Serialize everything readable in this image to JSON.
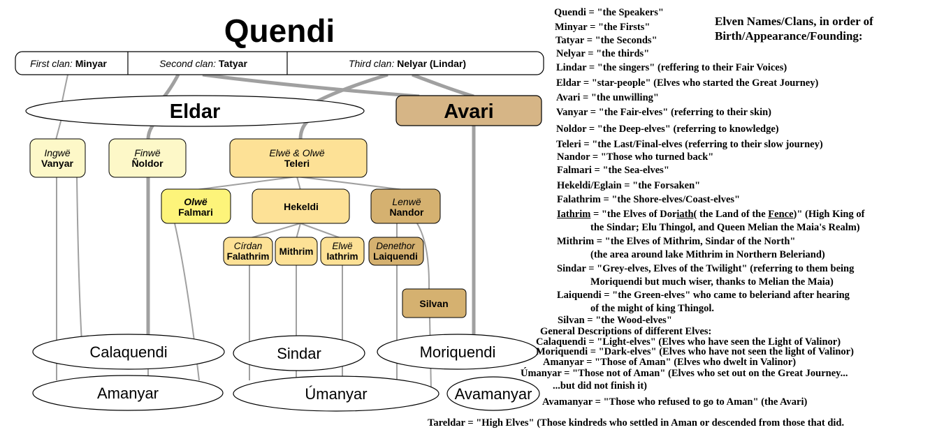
{
  "title": "Quendi",
  "clans": [
    {
      "label": "First clan:",
      "name": "Minyar"
    },
    {
      "label": "Second clan:",
      "name": "Tatyar"
    },
    {
      "label": "Third clan:",
      "name": "Nelyar (Lindar)"
    }
  ],
  "groups": {
    "eldar": "Eldar",
    "avari": "Avari"
  },
  "nodes": {
    "vanyar": {
      "leader": "Ingwë",
      "name": "Vanyar"
    },
    "noldor": {
      "leader": "Finwë",
      "name": "Ñoldor"
    },
    "teleri": {
      "leader": "Elwë & Olwë",
      "name": "Teleri"
    },
    "falmari": {
      "leader": "Olwë",
      "name": "Falmari"
    },
    "hekeldi": {
      "name": "Hekeldi"
    },
    "nandor": {
      "leader": "Lenwë",
      "name": "Nandor"
    },
    "falathrim": {
      "leader": "Círdan",
      "name": "Falathrim"
    },
    "mithrim": {
      "name": "Mithrim"
    },
    "iathrim": {
      "leader": "Elwë",
      "name": "Iathrim"
    },
    "laiquendi": {
      "leader": "Denethor",
      "name": "Laiquendi"
    },
    "silvan": {
      "name": "Silvan"
    }
  },
  "bottom": {
    "calaquendi": "Calaquendi",
    "sindar": "Sindar",
    "moriquendi": "Moriquendi",
    "amanyar": "Amanyar",
    "umanyar": "Úmanyar",
    "avamanyar": "Avamanyar"
  },
  "colors": {
    "pale_yellow": "#fdf8c8",
    "yellow": "#fbe9a0",
    "bright_yellow": "#fdf47a",
    "orange": "#fde196",
    "tan": "#d5b170",
    "avari": "#d6b586",
    "line": "#a0a0a0"
  },
  "legend": {
    "heading_line1": "Elven Names/Clans, in order of",
    "heading_line2": "Birth/Appearance/Founding:",
    "entries": {
      "quendi": "Quendi = \"the Speakers\"",
      "minyar": "Minyar = \"the Firsts\"",
      "tatyar": "Tatyar = \"the Seconds\"",
      "nelyar": "Nelyar = \"the thirds\"",
      "lindar": "Lindar = \"the singers\"  (reffering to their Fair Voices)",
      "eldar": "Eldar = \"star-people\" (Elves who started the Great Journey)",
      "avari": "Avari = \"the unwilling\"",
      "vanyar": "Vanyar = \"the Fair-elves\"  (referring to their skin)",
      "noldor": "Noldor = \"the Deep-elves\" (referring to knowledge)",
      "teleri": "Teleri = \"the Last/Final-elves (referring to their slow journey)",
      "nandor": "Nandor = \"Those who turned back\"",
      "falmari": "Falmari = \"the Sea-elves\"",
      "hekeldi": "Hekeldi/Eglain = \"the Forsaken\"",
      "falathrim": "Falathrim = \"the Shore-elves/Coast-elves\"",
      "iathrim_name": "Iathrim",
      "iathrim_a": " = \"the Elves of Dor",
      "iathrim_b": "iath",
      "iathrim_c": "( the Land of the ",
      "iathrim_d": "Fence",
      "iathrim_e": ")\" (High King of",
      "iathrim_line2": "the Sindar; Elu Thingol, and Queen Melian the Maia's Realm)",
      "mithrim": "Mithrim = \"the Elves of Mithrim, Sindar of the North\"",
      "mithrim_line2": "(the area around lake Mithrim in Northern Beleriand)",
      "sindar": "Sindar = \"Grey-elves, Elves of the Twilight\" (referring to them being",
      "sindar_line2": "Moriquendi but much wiser, thanks to Melian the Maia)",
      "laiquendi": "Laiquendi = \"the Green-elves\" who came to beleriand after hearing",
      "laiquendi_line2": "of the might of king Thingol.",
      "silvan": "Silvan = \"the Wood-elves\"",
      "general": "General Descriptions of different Elves:",
      "calaquendi": "Calaquendi = \"Light-elves\" (Elves who have seen the Light of Valinor)",
      "moriquendi": "Moriquendi = \"Dark-elves\" (Elves who have not seen the light of Valinor)",
      "amanyar": "Amanyar = \"Those of Aman\" (Elves  who dwelt in Valinor)",
      "umanyar": "Úmanyar = \"Those not of Aman\" (Elves who set out on the Great Journey...",
      "umanyar_line2": "...but did not finish it)",
      "avamanyar": "Avamanyar = \"Those who refused to go to Aman\" (the Avari)",
      "tareldar": "Tareldar = \"High Elves\" (Those kindreds who settled in Aman or descended from those that did."
    }
  }
}
